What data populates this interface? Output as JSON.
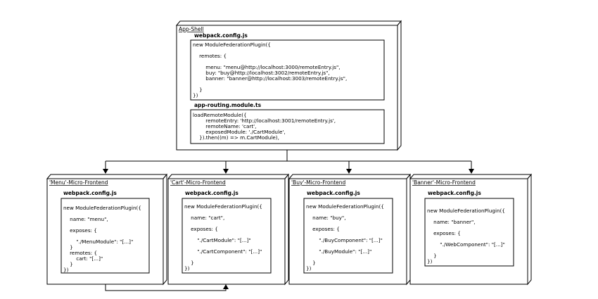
{
  "app_shell": {
    "title": "App-Shell",
    "webpack_label": "webpack.config.js",
    "webpack_code": [
      "new ModuleFederationPlugin({",
      "",
      "    remotes: {",
      "",
      "        menu: \"menu@http://localhost:3000/remoteEntry.js\",",
      "        buy: \"buy@http://localhost:3002/remoteEntry.js\",",
      "        banner: \"banner@http://localhost:3003/remoteEntry.js\",",
      "",
      "    }",
      "})"
    ],
    "routing_label": "app-routing.module.ts",
    "routing_code": [
      "loadRemoteModule({",
      "        remoteEntry: 'http://localhost:3001/remoteEntry.js',",
      "        remoteName: 'cart',",
      "        exposedModule: './CartModule',",
      "    }).then((m) => m.CartModule),"
    ]
  },
  "micro_frontends": [
    {
      "title": "'Menu'-Micro-Frontend",
      "webpack_label": "webpack.config.js",
      "code": [
        "new ModuleFederationPlugin({",
        "",
        "    name: \"menu\",",
        "",
        "    exposes: {",
        "",
        "        \"./MenuModule\": \"[...]\"",
        "    }",
        "    remotes: {",
        "        cart: \"[...]\"",
        "    }",
        "})"
      ]
    },
    {
      "title": "'Cart'-Micro-Frontend",
      "webpack_label": "webpack.config.js",
      "code": [
        "new ModuleFederationPlugin({",
        "",
        "    name: \"cart\",",
        "",
        "    exposes: {",
        "",
        "        \"./CartModule\": \"[...]\"",
        "",
        "        \"./CartComponent\": \"[...]\"",
        "",
        "    }",
        "})"
      ]
    },
    {
      "title": "'Buy'-Micro-Frontend",
      "webpack_label": "webpack.config.js",
      "code": [
        "new ModuleFederationPlugin({",
        "",
        "    name: \"buy\",",
        "",
        "    exposes: {",
        "",
        "        \"./BuyComponent\": \"[...]\"",
        "",
        "        \"./BuyModule\": \"[...]\"",
        "",
        "    }",
        "})"
      ]
    },
    {
      "title": "'Banner'-Micro-Frontend",
      "webpack_label": "webpack.config.js",
      "code": [
        "new ModuleFederationPlugin({",
        "",
        "    name: \"banner\",",
        "",
        "    exposes: {",
        "",
        "        \"./WebComponent\": \"[...]\"",
        "",
        "    }",
        "})"
      ]
    }
  ]
}
